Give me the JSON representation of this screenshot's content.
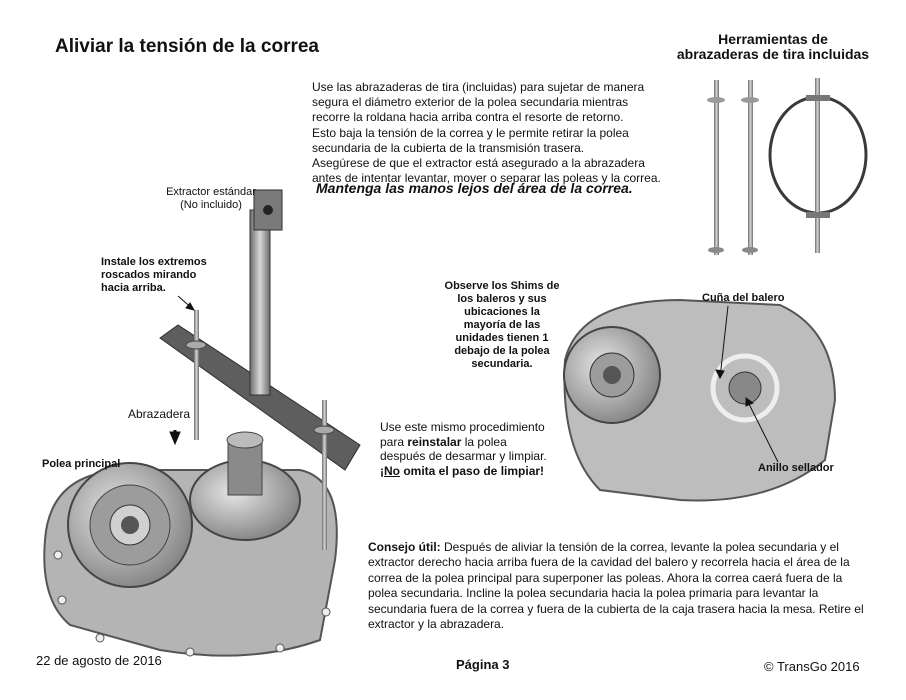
{
  "title": "Aliviar la tensión de la correa",
  "intro_lines": [
    "Use las abrazaderas de tira (incluidas) para sujetar de manera",
    "segura el diámetro exterior de la polea secundaria mientras",
    "recorre la roldana hacia arriba contra el resorte de retorno.",
    "Esto baja la tensión de la correa y le permite retirar la polea",
    "secundaria de la cubierta de la transmisión trasera.",
    "Asegúrese de que el extractor está asegurado a la abrazadera",
    "antes de intentar levantar, mover o separar las poleas y la correa."
  ],
  "warning": "Mantenga las manos lejos del área de la correa.",
  "tools_heading": [
    "Herramientas de",
    "abrazaderas de tira incluidas"
  ],
  "labels": {
    "extractor": [
      "Extractor estándar",
      "(No incluido)"
    ],
    "install": [
      "Instale los extremos",
      "roscados mirando",
      "hacia arriba."
    ],
    "abrazadera": "Abrazadera",
    "polea_principal": "Polea principal",
    "shims": [
      "Observe los Shims de",
      "los baleros y sus",
      "ubicaciones la",
      "mayoría de las",
      "unidades tienen 1",
      "debajo de la polea",
      "secundaria."
    ],
    "cuna": "Cuña del balero",
    "anillo": "Anillo sellador"
  },
  "reinstall": {
    "l1_pre": "Use este mismo procedimiento",
    "l2_pre": "para ",
    "l2_bold": "reinstalar",
    "l2_post": " la polea",
    "l3": "después de desarmar y limpiar.",
    "l4_a": "¡",
    "l4_u": "No",
    "l4_b": " omita el paso de limpiar!"
  },
  "tip": {
    "lead": "Consejo útil:",
    "body": " Después de aliviar la tensión de la correa, levante la polea secundaria y el extractor derecho hacia arriba fuera de la cavidad del balero y recorrela hacia el área de la correa de la polea principal para superponer las poleas. Ahora la correa caerá fuera de la polea secundaria. Incline la polea secundaria hacia la polea primaria para levantar la secundaria fuera de la correa y fuera de la cubierta de la caja trasera hacia la mesa. Retire el extractor y la abrazadera."
  },
  "footer": {
    "date": "22 de agosto de 2016",
    "page": "Página 3",
    "copyright": "© TransGo 2016"
  },
  "colors": {
    "metal": "#9a9a9a",
    "dark": "#4a4a4a",
    "light": "#d4d4d4",
    "text": "#111111"
  }
}
